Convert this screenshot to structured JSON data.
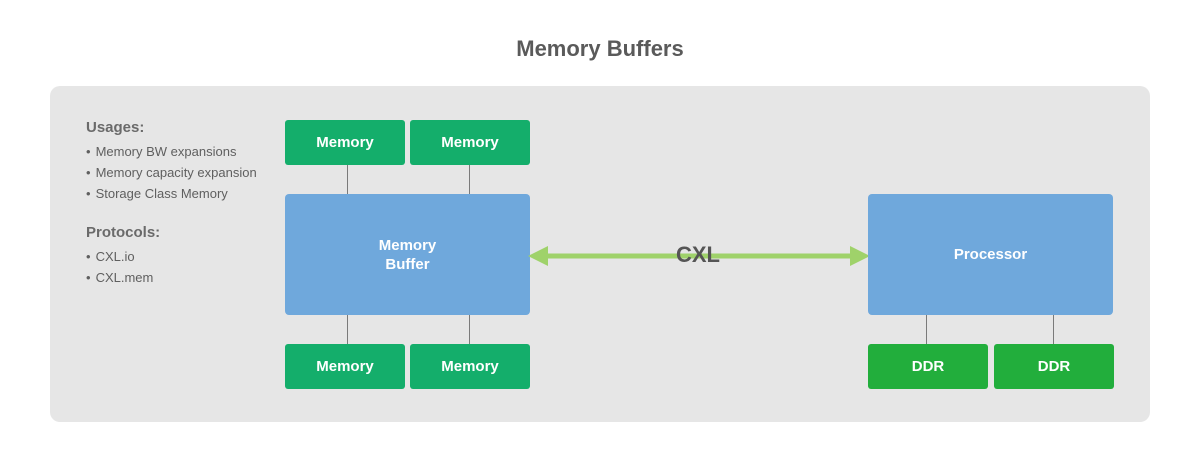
{
  "title": "Memory Buffers",
  "usages": {
    "heading": "Usages:",
    "items": [
      "Memory BW expansions",
      "Memory capacity expansion",
      "Storage Class Memory"
    ]
  },
  "protocols": {
    "heading": "Protocols:",
    "items": [
      "CXL.io",
      "CXL.mem"
    ]
  },
  "memory_buffer": {
    "label_line1": "Memory",
    "label_line2": "Buffer",
    "top_modules": [
      "Memory",
      "Memory"
    ],
    "bottom_modules": [
      "Memory",
      "Memory"
    ]
  },
  "link": {
    "label": "CXL"
  },
  "processor": {
    "label": "Processor",
    "modules": [
      "DDR",
      "DDR"
    ]
  },
  "colors": {
    "memory_module": "#14ae6b",
    "ddr_module": "#22ae3c",
    "block": "#6fa8dc",
    "link_arrow": "#9fd26a",
    "panel": "#e6e6e6"
  }
}
